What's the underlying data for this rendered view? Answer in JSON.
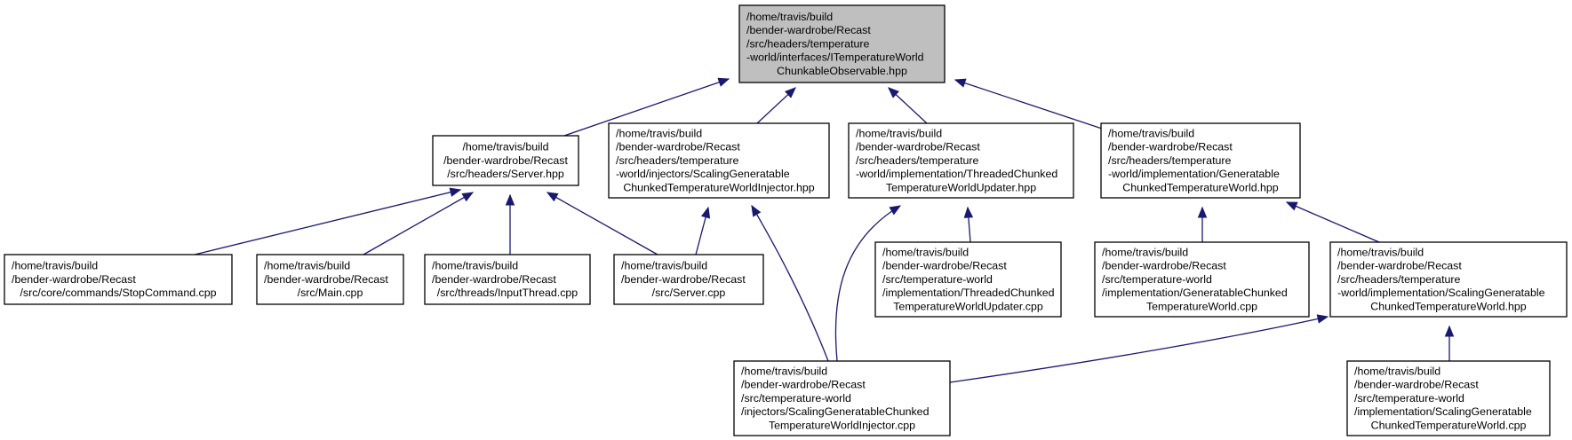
{
  "diagram": {
    "nodes": [
      {
        "id": "root",
        "kind": "root",
        "lines": [
          "/home/travis/build",
          "/bender-wardrobe/Recast",
          "/src/headers/temperature",
          "-world/interfaces/ITemperatureWorld",
          "ChunkableObservable.hpp"
        ]
      },
      {
        "id": "server_hpp",
        "lines": [
          "/home/travis/build",
          "/bender-wardrobe/Recast",
          "/src/headers/Server.hpp"
        ]
      },
      {
        "id": "injector_hpp",
        "lines": [
          "/home/travis/build",
          "/bender-wardrobe/Recast",
          "/src/headers/temperature",
          "-world/injectors/ScalingGeneratable",
          "ChunkedTemperatureWorldInjector.hpp"
        ]
      },
      {
        "id": "updater_hpp",
        "lines": [
          "/home/travis/build",
          "/bender-wardrobe/Recast",
          "/src/headers/temperature",
          "-world/implementation/ThreadedChunked",
          "TemperatureWorldUpdater.hpp"
        ]
      },
      {
        "id": "generatable_hpp",
        "lines": [
          "/home/travis/build",
          "/bender-wardrobe/Recast",
          "/src/headers/temperature",
          "-world/implementation/Generatable",
          "ChunkedTemperatureWorld.hpp"
        ]
      },
      {
        "id": "stopcommand_cpp",
        "lines": [
          "/home/travis/build",
          "/bender-wardrobe/Recast",
          "/src/core/commands/StopCommand.cpp"
        ]
      },
      {
        "id": "main_cpp",
        "lines": [
          "/home/travis/build",
          "/bender-wardrobe/Recast",
          "/src/Main.cpp"
        ]
      },
      {
        "id": "inputthread_cpp",
        "lines": [
          "/home/travis/build",
          "/bender-wardrobe/Recast",
          "/src/threads/InputThread.cpp"
        ]
      },
      {
        "id": "server_cpp",
        "lines": [
          "/home/travis/build",
          "/bender-wardrobe/Recast",
          "/src/Server.cpp"
        ]
      },
      {
        "id": "updater_cpp",
        "lines": [
          "/home/travis/build",
          "/bender-wardrobe/Recast",
          "/src/temperature-world",
          "/implementation/ThreadedChunked",
          "TemperatureWorldUpdater.cpp"
        ]
      },
      {
        "id": "generatable_cpp",
        "lines": [
          "/home/travis/build",
          "/bender-wardrobe/Recast",
          "/src/temperature-world",
          "/implementation/GeneratableChunked",
          "TemperatureWorld.cpp"
        ]
      },
      {
        "id": "scaling_hpp",
        "lines": [
          "/home/travis/build",
          "/bender-wardrobe/Recast",
          "/src/headers/temperature",
          "-world/implementation/ScalingGeneratable",
          "ChunkedTemperatureWorld.hpp"
        ]
      },
      {
        "id": "injector_cpp",
        "lines": [
          "/home/travis/build",
          "/bender-wardrobe/Recast",
          "/src/temperature-world",
          "/injectors/ScalingGeneratableChunked",
          "TemperatureWorldInjector.cpp"
        ]
      },
      {
        "id": "scaling_cpp",
        "lines": [
          "/home/travis/build",
          "/bender-wardrobe/Recast",
          "/src/temperature-world",
          "/implementation/ScalingGeneratable",
          "ChunkedTemperatureWorld.cpp"
        ]
      }
    ],
    "edges": [
      {
        "from": "server_hpp",
        "to": "root"
      },
      {
        "from": "injector_hpp",
        "to": "root"
      },
      {
        "from": "updater_hpp",
        "to": "root"
      },
      {
        "from": "generatable_hpp",
        "to": "root"
      },
      {
        "from": "stopcommand_cpp",
        "to": "server_hpp"
      },
      {
        "from": "main_cpp",
        "to": "server_hpp"
      },
      {
        "from": "inputthread_cpp",
        "to": "server_hpp"
      },
      {
        "from": "server_cpp",
        "to": "server_hpp"
      },
      {
        "from": "server_cpp",
        "to": "injector_hpp"
      },
      {
        "from": "injector_cpp",
        "to": "injector_hpp"
      },
      {
        "from": "injector_cpp",
        "to": "updater_hpp"
      },
      {
        "from": "updater_cpp",
        "to": "updater_hpp"
      },
      {
        "from": "generatable_cpp",
        "to": "generatable_hpp"
      },
      {
        "from": "scaling_hpp",
        "to": "generatable_hpp"
      },
      {
        "from": "injector_cpp",
        "to": "scaling_hpp"
      },
      {
        "from": "scaling_cpp",
        "to": "scaling_hpp"
      }
    ]
  }
}
